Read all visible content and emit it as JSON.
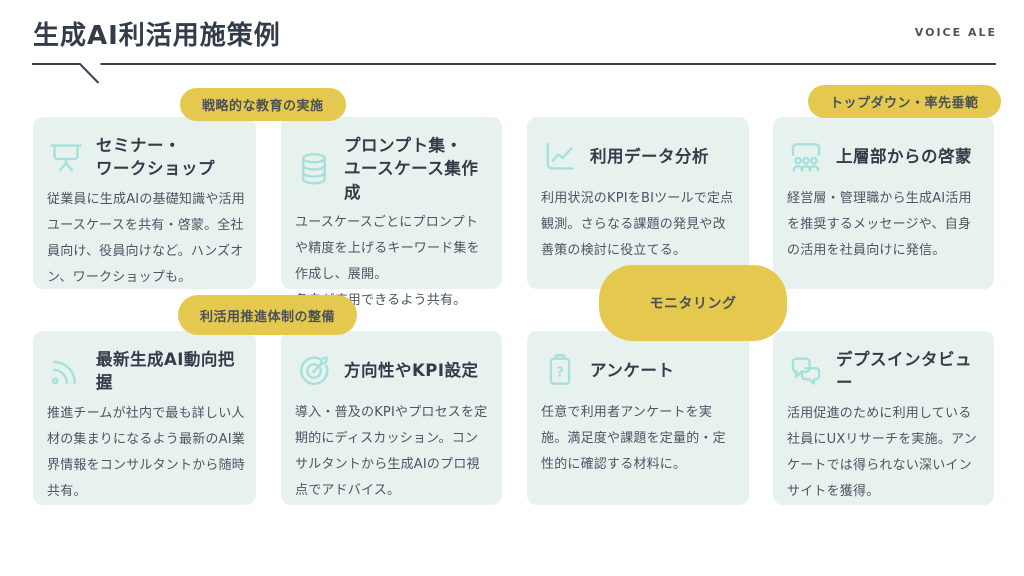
{
  "slide_title": "生成AI利活用施策例",
  "logo_text": "VOICE ALE",
  "badges": {
    "education": "戦略的な教育の実施",
    "top_down": "トップダウン・率先垂範",
    "promotion_structure": "利活用推進体制の整備",
    "monitoring": "モニタリング"
  },
  "cards": [
    {
      "icon": "presentation-screen-icon",
      "title": "セミナー・\nワークショップ",
      "body": "従業員に生成AIの基礎知識や活用ユースケースを共有・啓蒙。全社員向け、役員向けなど。ハンズオン、ワークショップも。"
    },
    {
      "icon": "database-icon",
      "title": "プロンプト集・\nユースケース集作成",
      "body": "ユースケースごとにプロンプトや精度を上げるキーワード集を作成し、展開。\n各自が応用できるよう共有。"
    },
    {
      "icon": "line-chart-icon",
      "title": "利用データ分析",
      "body": "利用状況のKPIをBIツールで定点観測。さらなる課題の発見や改善策の検討に役立てる。"
    },
    {
      "icon": "people-group-icon",
      "title": "上層部からの啓蒙",
      "body": "経営層・管理職から生成AI活用を推奨するメッセージや、自身の活用を社員向けに発信。"
    },
    {
      "icon": "signal-icon",
      "title": "最新生成AI動向把握",
      "body": "推進チームが社内で最も詳しい人材の集まりになるよう最新のAI業界情報をコンサルタントから随時共有。"
    },
    {
      "icon": "target-leaf-icon",
      "title": "方向性やKPI設定",
      "body": "導入・普及のKPIやプロセスを定期的にディスカッション。コンサルタントから生成AIのプロ視点でアドバイス。"
    },
    {
      "icon": "clipboard-question-icon",
      "title": "アンケート",
      "body": "任意で利用者アンケートを実施。満足度や課題を定量的・定性的に確認する材料に。"
    },
    {
      "icon": "chat-bubbles-icon",
      "title": "デプスインタビュー",
      "body": "活用促進のために利用している社員にUXリサーチを実施。アンケートでは得られない深いインサイトを獲得。"
    }
  ],
  "colors": {
    "badge_yellow": "#e5c94e",
    "card_background": "#e7f2ef",
    "icon_teal": "#a5e0db",
    "title_dark": "#333c48",
    "body_text": "#4b5563",
    "divider_line": "#3a4250"
  }
}
